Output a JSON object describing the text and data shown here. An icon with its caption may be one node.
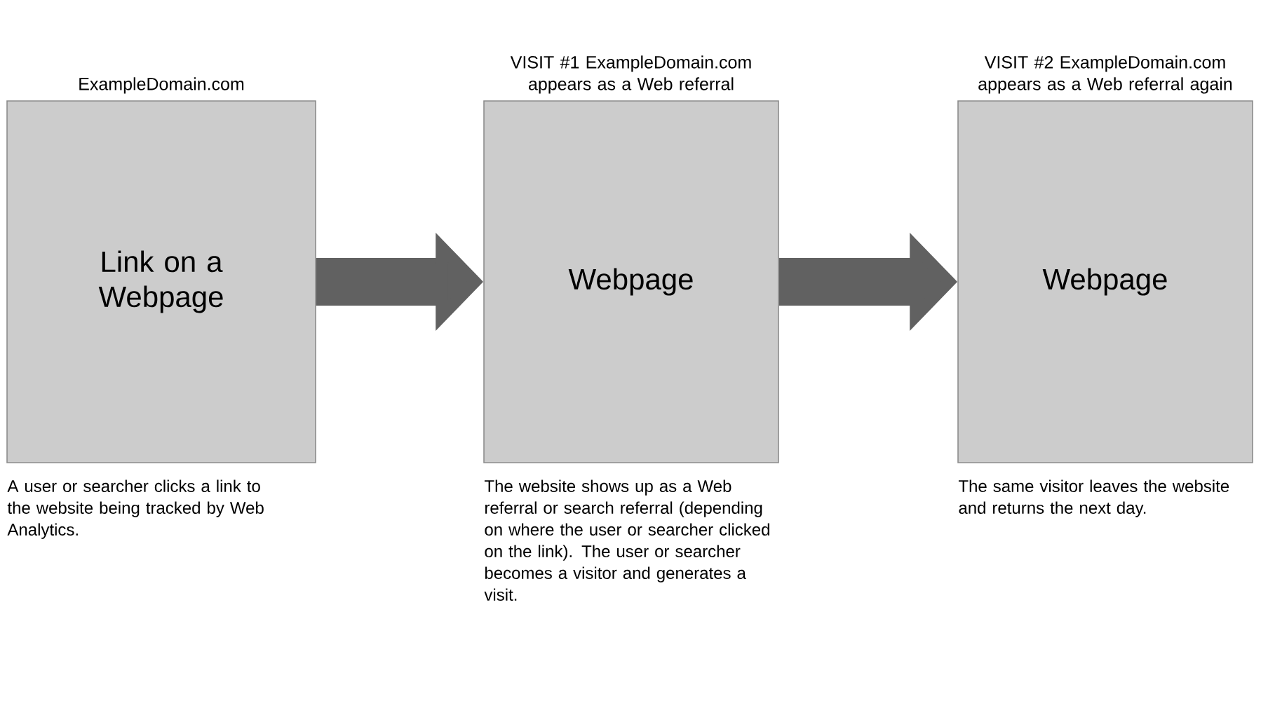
{
  "diagram": {
    "nodes": [
      {
        "text": [
          "ExampleDomain.com",
          "Link on a Webpage"
        ],
        "beside": [
          "A user or searcher clicks a link to the website being tracked by Web Analytics."
        ]
      },
      {
        "text": [
          "VISIT #1 ExampleDomain.com appears as a Web referral",
          "Webpage"
        ],
        "beside": [
          "The website shows up as a Web referral or search referral (depending on where the user or searcher clicked on the link). The user or searcher becomes a visitor and generates a visit."
        ]
      },
      {
        "text": [
          "VISIT #2 ExampleDomain.com appears as a Web referral again",
          "Webpage"
        ],
        "beside": [
          "The same visitor leaves the website and returns the next day."
        ]
      }
    ],
    "edges": [
      {
        "from": 0,
        "to": 1,
        "arrow": "to"
      },
      {
        "from": 1,
        "to": 2,
        "arrow": "to"
      }
    ]
  }
}
